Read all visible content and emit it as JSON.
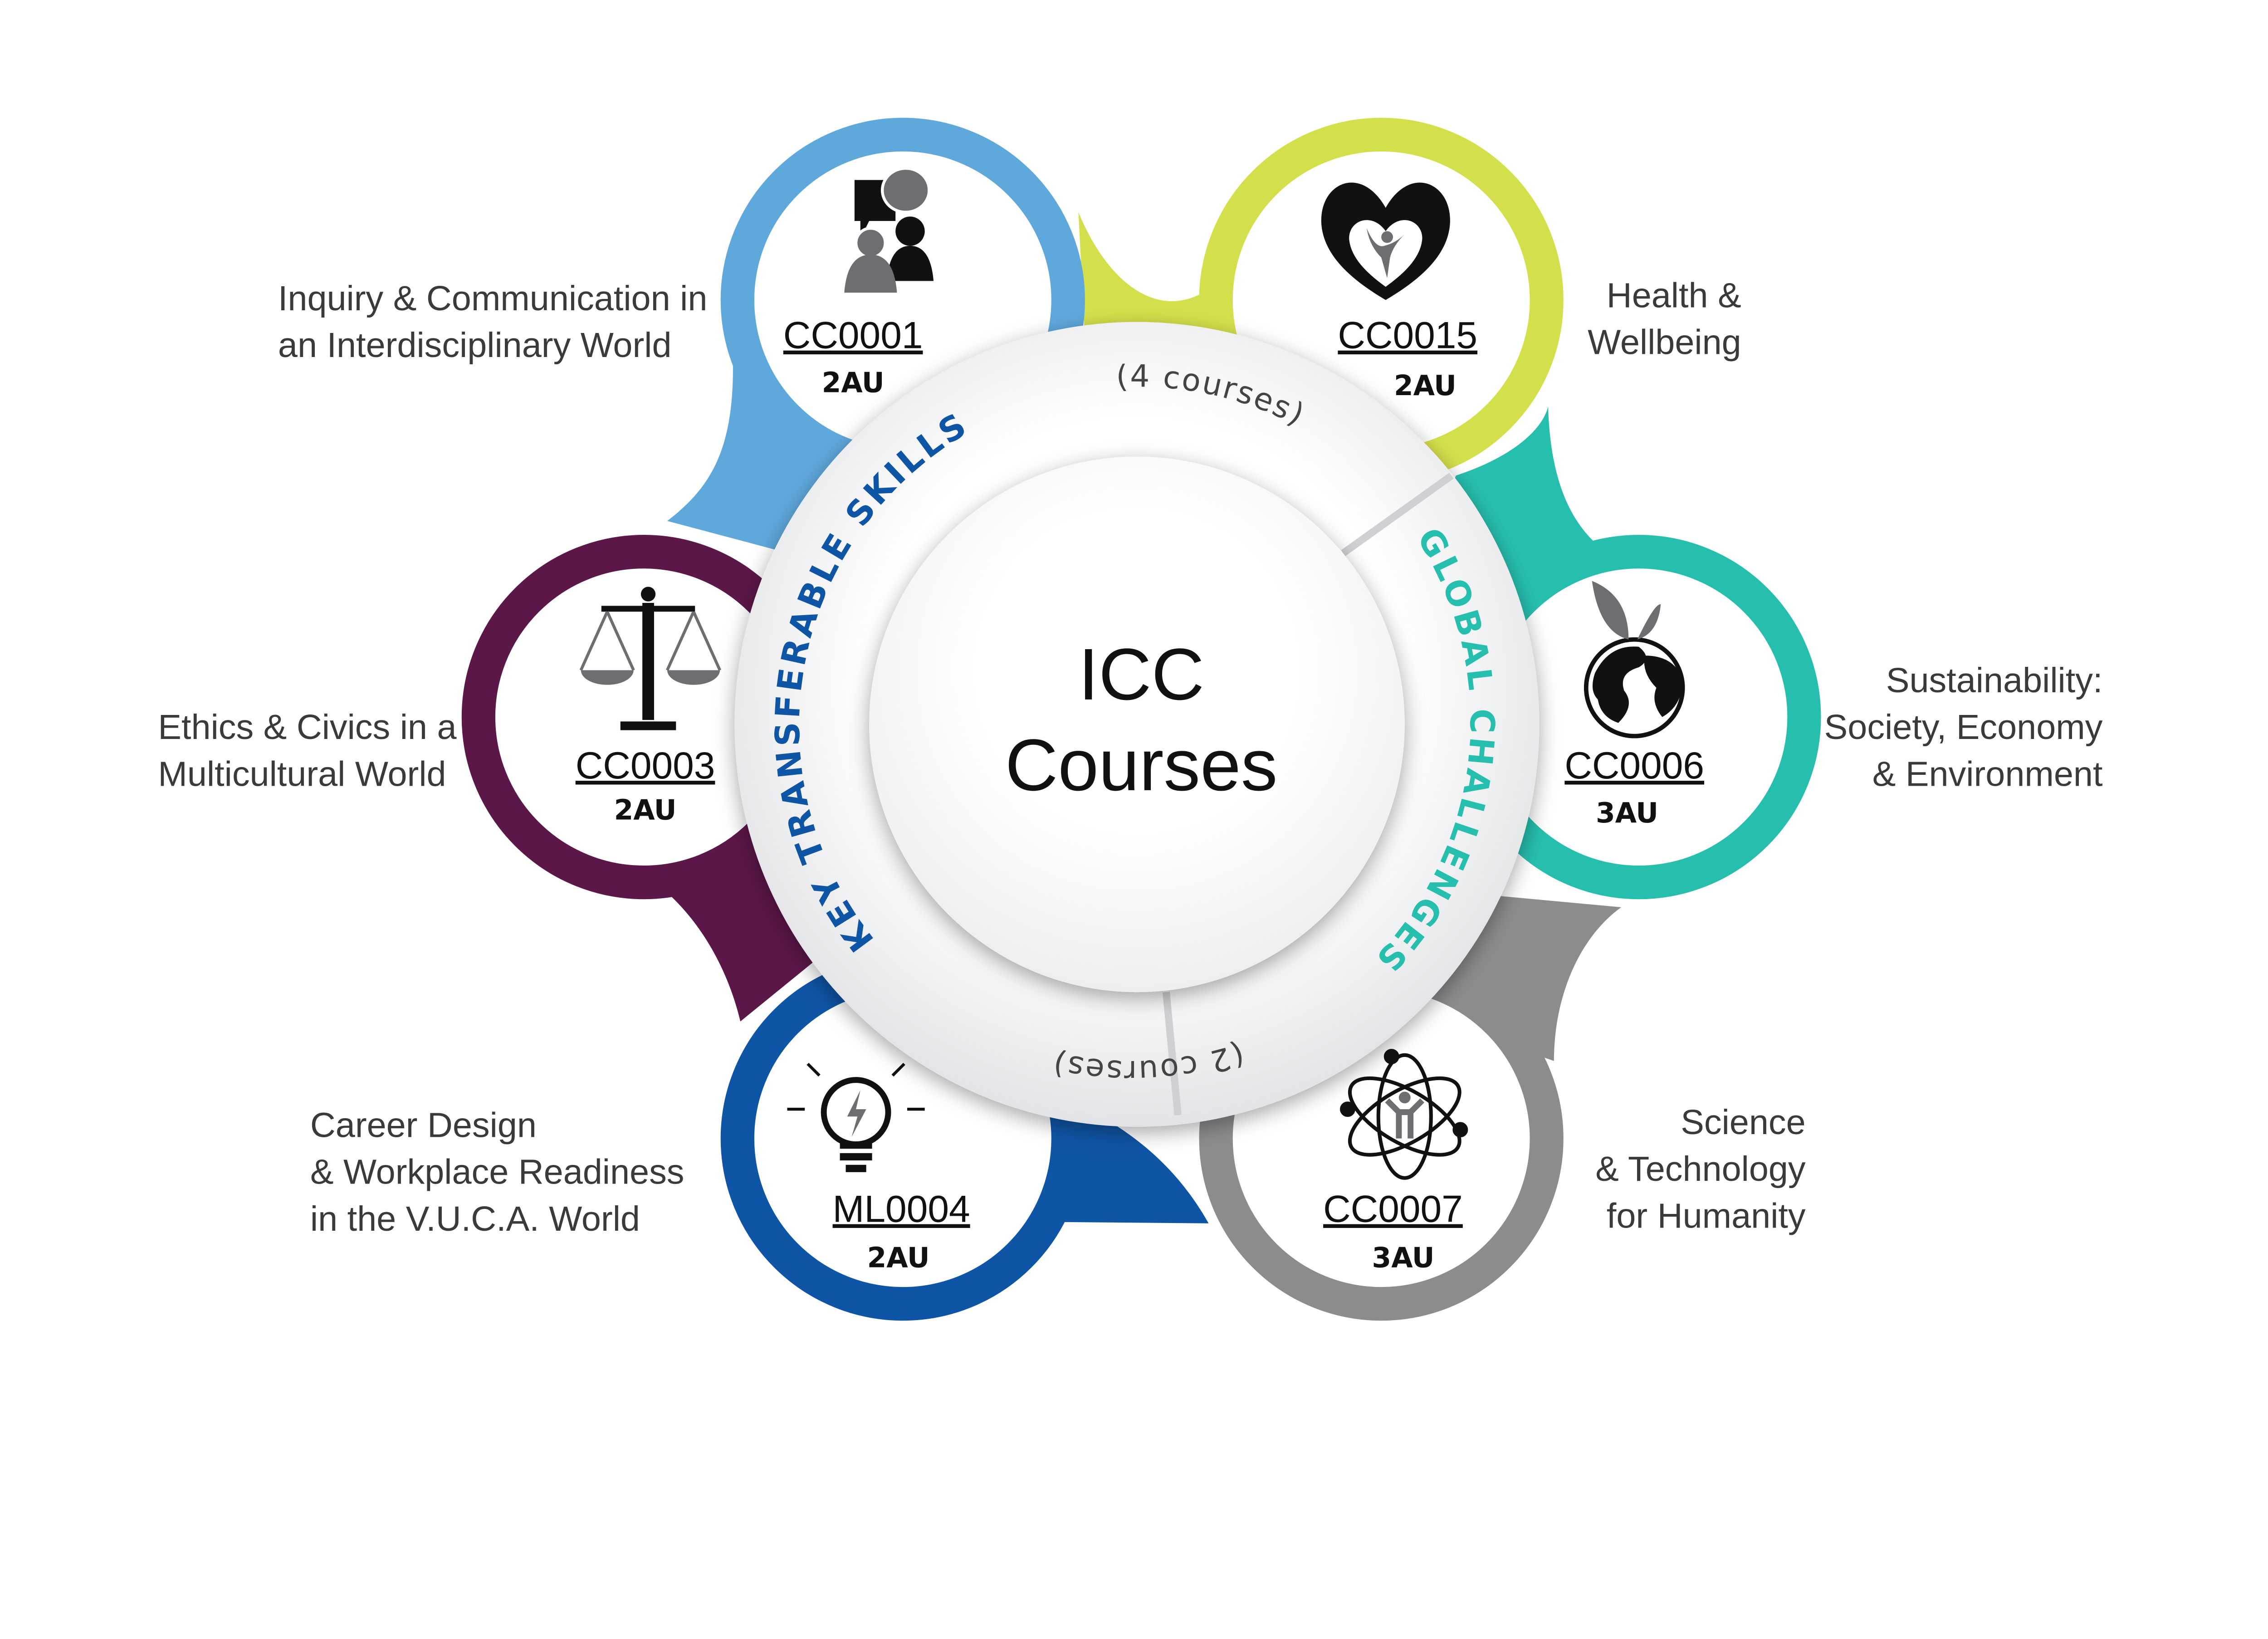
{
  "center": {
    "line1": "ICC",
    "line2": "Courses"
  },
  "ring": {
    "left_label": "KEY TRANSFERABLE SKILLS",
    "left_count": "(4 courses)",
    "right_label": "GLOBAL CHALLENGES",
    "right_count": "(2 courses)"
  },
  "colors": {
    "inquiry": "#5fa8dc",
    "health": "#d4e04b",
    "sustainability": "#26bfae",
    "science": "#8b8c8e",
    "career": "#0f55a5",
    "ethics": "#5c1749"
  },
  "courses": [
    {
      "code": "CC0001",
      "au": "2AU",
      "icon": "discussion-people-icon",
      "desc": [
        "Inquiry & Communication in",
        "an Interdisciplinary World"
      ]
    },
    {
      "code": "CC0015",
      "au": "2AU",
      "icon": "heart-person-icon",
      "desc": [
        "Health &",
        "Wellbeing"
      ]
    },
    {
      "code": "CC0006",
      "au": "3AU",
      "icon": "globe-plant-icon",
      "desc": [
        "Sustainability:",
        "Society, Economy",
        "& Environment"
      ]
    },
    {
      "code": "CC0007",
      "au": "3AU",
      "icon": "atom-person-icon",
      "desc": [
        "Science",
        "& Technology",
        "for Humanity"
      ]
    },
    {
      "code": "ML0004",
      "au": "2AU",
      "icon": "lightbulb-icon",
      "desc": [
        "Career Design",
        "& Workplace Readiness",
        "in the V.U.C.A. World"
      ]
    },
    {
      "code": "CC0003",
      "au": "2AU",
      "icon": "scales-of-justice-icon",
      "desc": [
        "Ethics & Civics in a",
        "Multicultural World"
      ]
    }
  ]
}
